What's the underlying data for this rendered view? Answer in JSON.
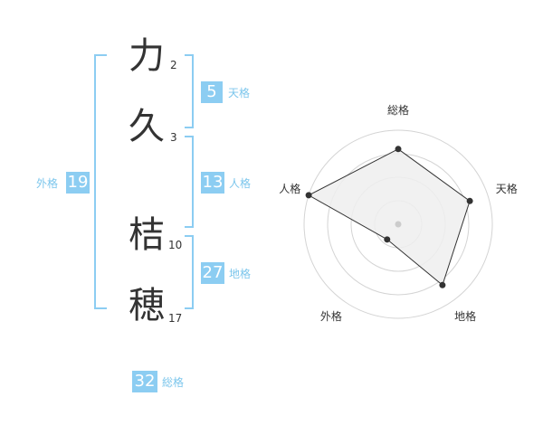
{
  "name": {
    "chars": [
      {
        "char": "力",
        "strokes": "2"
      },
      {
        "char": "久",
        "strokes": "3"
      },
      {
        "char": "桔",
        "strokes": "10"
      },
      {
        "char": "穂",
        "strokes": "17"
      }
    ]
  },
  "kaku": {
    "tenkaku": {
      "value": "5",
      "label": "天格"
    },
    "jinkaku": {
      "value": "13",
      "label": "人格"
    },
    "chikaku": {
      "value": "27",
      "label": "地格"
    },
    "gaikaku": {
      "value": "19",
      "label": "外格"
    },
    "soukaku": {
      "value": "32",
      "label": "総格"
    }
  },
  "chart_data": {
    "type": "radar",
    "axes": [
      "総格",
      "天格",
      "地格",
      "外格",
      "人格"
    ],
    "values": [
      4,
      4,
      4,
      1,
      5
    ],
    "max": 5,
    "rings": 4,
    "fill_color": "#eeeeee",
    "line_color": "#333333",
    "ring_color": "#d4d4d4"
  }
}
